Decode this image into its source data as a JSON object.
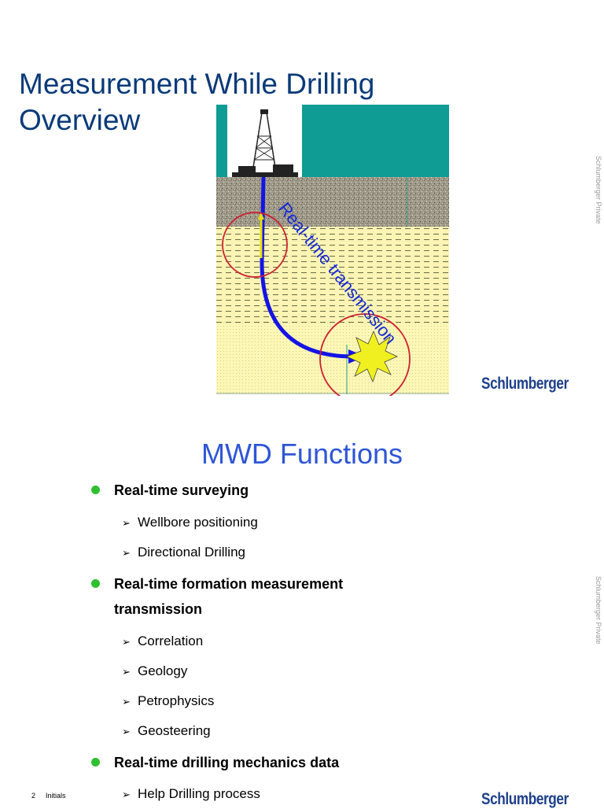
{
  "slide": {
    "title_line1": "Measurement While Drilling",
    "title_line2": "Overview",
    "diagram_label": "Real-time transmission",
    "side_label": "Schlumberger Private",
    "logo": "Schlumberger"
  },
  "section": {
    "title": "MWD Functions",
    "bullets": [
      {
        "label_line1": "Real-time surveying",
        "subs": [
          "Wellbore positioning",
          "Directional Drilling"
        ]
      },
      {
        "label_line1": "Real-time formation measurement",
        "label_line2": "transmission",
        "subs": [
          "Correlation",
          "Geology",
          "Petrophysics",
          "Geosteering"
        ]
      },
      {
        "label_line1": "Real-time drilling mechanics data",
        "subs": [
          "Help Drilling process"
        ]
      }
    ]
  },
  "footer": {
    "page_number": "2",
    "initials": "Initials"
  },
  "colors": {
    "title": "#0a3a78",
    "section_title": "#2f56d6",
    "bullet": "#2fbf2f",
    "logo": "#1d3f8a"
  }
}
